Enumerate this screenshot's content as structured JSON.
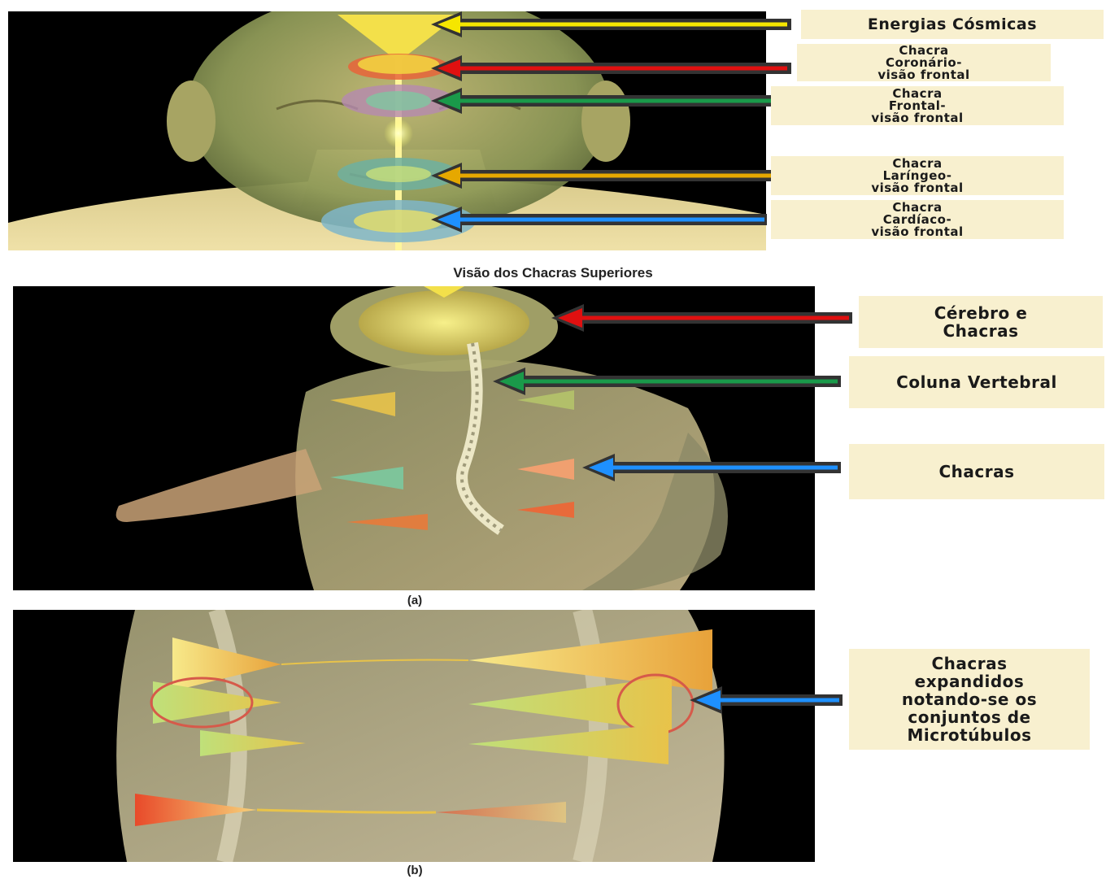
{
  "top_panel": {
    "labels": {
      "cosmic": "Energias Cósmicas",
      "crown": [
        "Chacra",
        "Coronário-",
        "visão frontal"
      ],
      "frontal": [
        "Chacra",
        "Frontal-",
        "visão frontal"
      ],
      "throat": [
        "Chacra",
        "Laríngeo-",
        "visão frontal"
      ],
      "heart": [
        "Chacra",
        "Cardíaco-",
        "visão frontal"
      ]
    },
    "caption": "Visão dos Chacras Superiores"
  },
  "middle_panel": {
    "labels": {
      "brain": [
        "Cérebro e",
        "Chacras"
      ],
      "spine": "Coluna Vertebral",
      "chakras": "Chacras"
    },
    "caption": "(a)"
  },
  "bottom_panel": {
    "labels": {
      "expanded": [
        "Chacras",
        "expandidos",
        "notando-se os",
        "conjuntos de",
        "Microtúbulos"
      ]
    },
    "caption": "(b)"
  },
  "colors": {
    "arrow_yellow": "#f5e600",
    "arrow_red": "#e01010",
    "arrow_green": "#1a9a4a",
    "arrow_orange": "#e6a800",
    "arrow_blue": "#1e90ff",
    "label_bg": "#f8f0cf"
  }
}
